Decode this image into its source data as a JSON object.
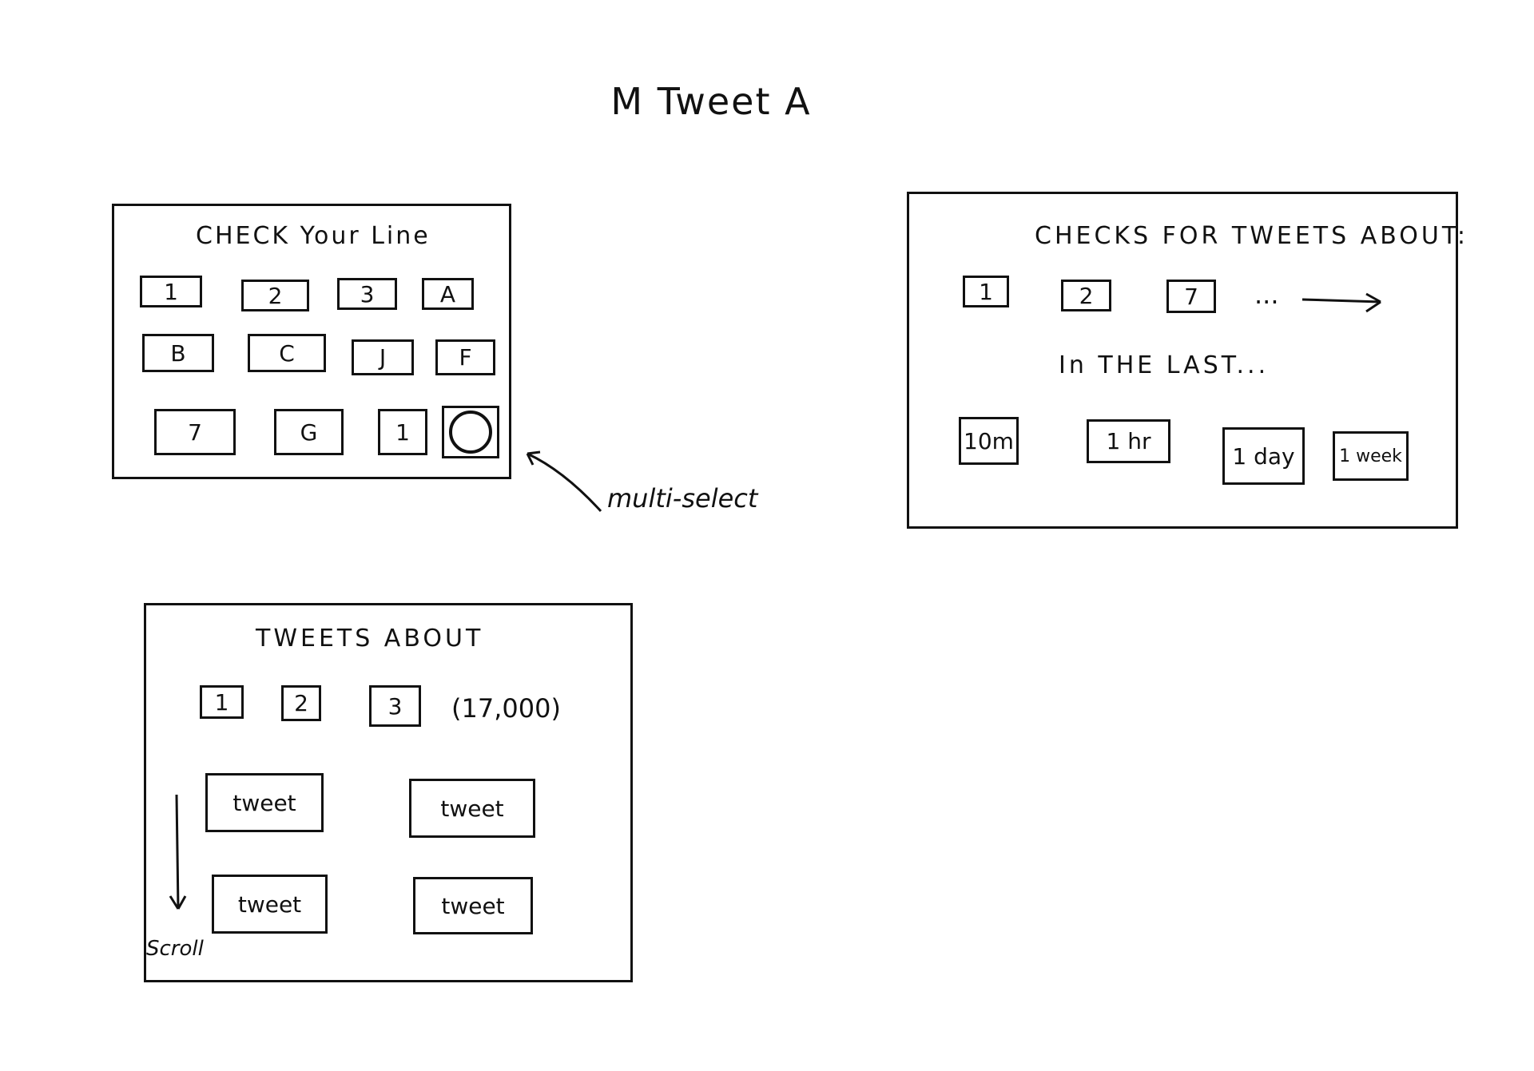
{
  "page": {
    "title": "M Tweet A"
  },
  "panel_select": {
    "heading": "CHECK Your Line",
    "buttons": [
      "1",
      "2",
      "3",
      "A",
      "B",
      "C",
      "J",
      "F",
      "7",
      "G",
      "1",
      ""
    ],
    "circle_icon": "circle-icon",
    "annotation": "multi-select"
  },
  "panel_checks": {
    "heading": "CHECKS FOR TWEETS ABOUT:",
    "topics": [
      "1",
      "2",
      "7"
    ],
    "more": "...",
    "subheading": "In THE LAST...",
    "time_options": [
      "10m",
      "1 hr",
      "1 day",
      "1 week"
    ]
  },
  "panel_tweets": {
    "heading": "TWEETS ABOUT",
    "topics": [
      "1",
      "2",
      "3"
    ],
    "count": "(17,000)",
    "tweets": [
      "tweet",
      "tweet",
      "tweet",
      "tweet"
    ],
    "scroll_label": "Scroll"
  }
}
